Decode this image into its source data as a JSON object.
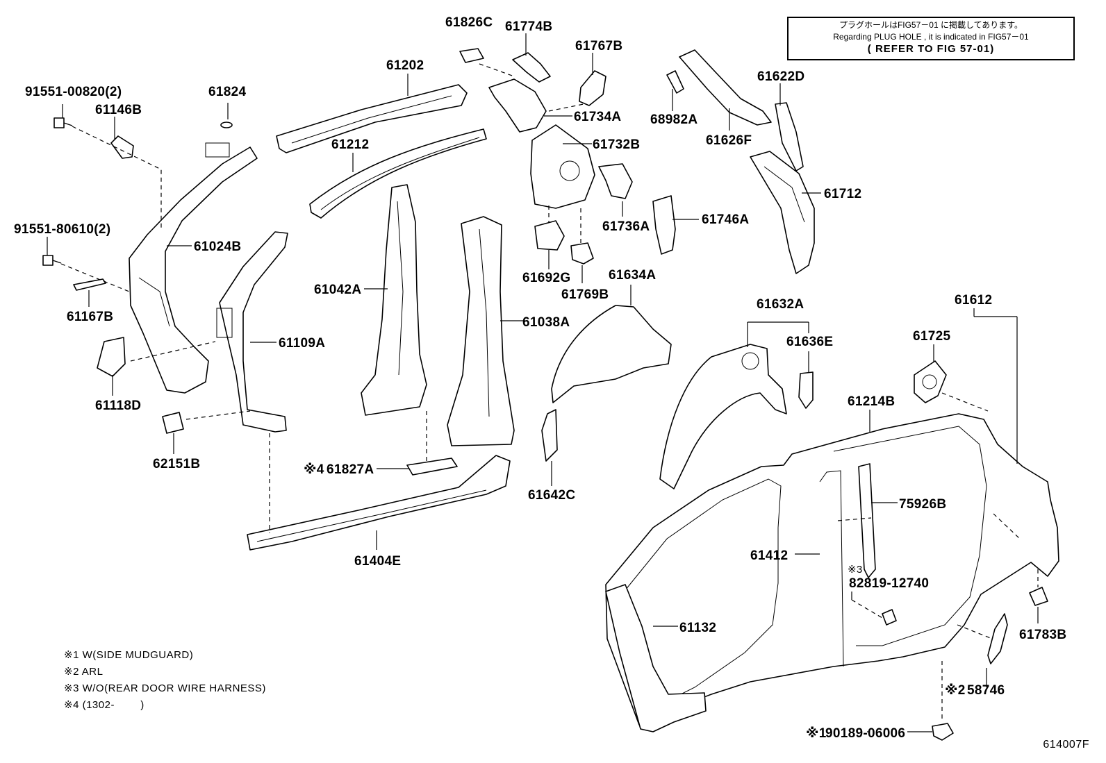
{
  "notice": {
    "line_jp": "プラグホールはFIG57－01 に掲載してあります。",
    "line_en": "Regarding  PLUG HOLE  , it is  indicated  in  FIG57－01",
    "refer": "( REFER TO FIG 57-01)"
  },
  "parts": {
    "p61826C": "61826C",
    "p61774B": "61774B",
    "p61767B": "61767B",
    "p61202": "61202",
    "p91551_00820": "91551-00820(2)",
    "p61824": "61824",
    "p61146B": "61146B",
    "p61734A": "61734A",
    "p68982A": "68982A",
    "p61622D": "61622D",
    "p61732B": "61732B",
    "p61626F": "61626F",
    "p61212": "61212",
    "p61712": "61712",
    "p91551_80610": "91551-80610(2)",
    "p61024B": "61024B",
    "p61736A": "61736A",
    "p61746A": "61746A",
    "p61692G": "61692G",
    "p61769B": "61769B",
    "p61167B": "61167B",
    "p61042A": "61042A",
    "p61634A": "61634A",
    "p61612": "61612",
    "p61632A": "61632A",
    "p61038A": "61038A",
    "p61725": "61725",
    "p61109A": "61109A",
    "p61636E": "61636E",
    "p61118D": "61118D",
    "p61214B": "61214B",
    "p62151B": "62151B",
    "p61827A": "61827A",
    "p61827A_mark": "※4",
    "p61642C": "61642C",
    "p75926B": "75926B",
    "p61404E": "61404E",
    "p61412": "61412",
    "p82819_mark": "※3",
    "p82819_12740": "82819-12740",
    "p61132": "61132",
    "p61783B": "61783B",
    "p58746": "58746",
    "p58746_mark": "※2",
    "p90189_06006": "90189-06006",
    "p90189_mark": "※1"
  },
  "footnotes": [
    "※1 W(SIDE MUDGUARD)",
    "※2 ARL",
    "※3 W/O(REAR DOOR WIRE HARNESS)",
    "※4 (1302-        )"
  ],
  "figure_number": "614007F"
}
